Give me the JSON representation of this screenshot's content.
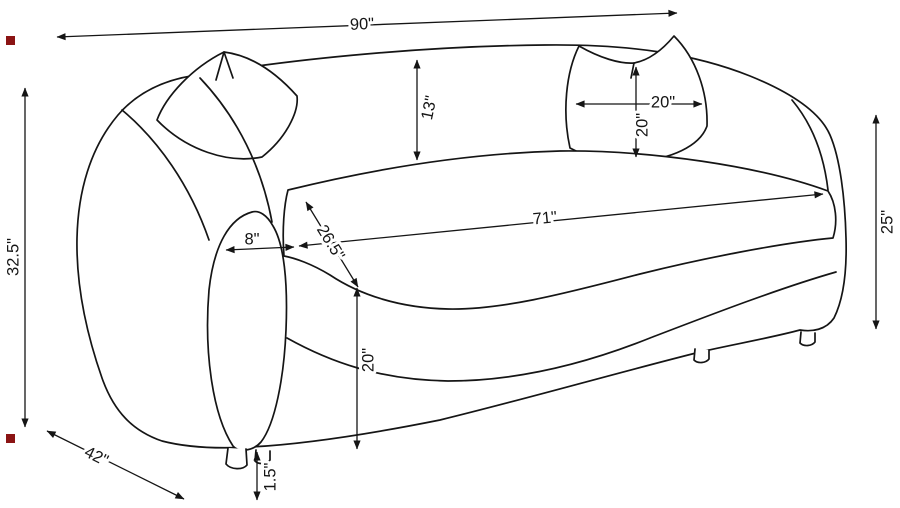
{
  "diagram": {
    "name": "sofa-dimension-diagram",
    "labels": {
      "overall_width": "90\"",
      "overall_height": "32.5\"",
      "depth": "42\"",
      "back_cushion_height": "13\"",
      "pillow_width": "20\"",
      "pillow_height": "20\"",
      "seat_width": "71\"",
      "seat_depth": "26.5\"",
      "arm_width": "8\"",
      "base_front_height": "20\"",
      "leg_height": "1.5\"",
      "arm_height": "25\""
    },
    "colors": {
      "line": "#151515",
      "background": "#ffffff",
      "marker": "#8b1414"
    }
  }
}
